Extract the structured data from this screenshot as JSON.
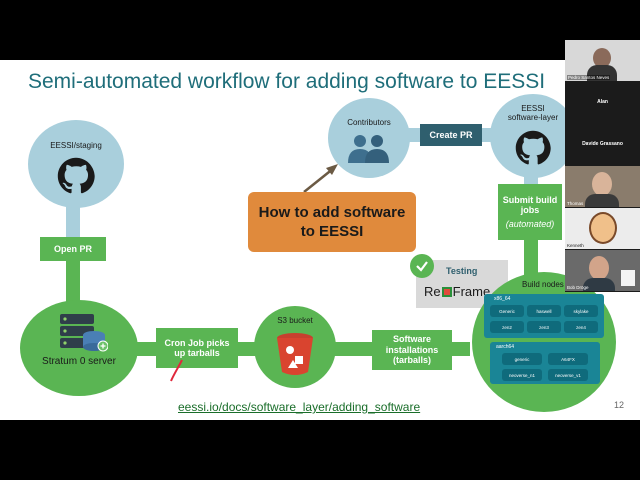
{
  "slide": {
    "title": "Semi-automated workflow for adding software to EESSI",
    "page_number": "12",
    "link": "eessi.io/docs/software_layer/adding_software"
  },
  "nodes": {
    "staging": "EESSI/staging",
    "contributors": "Contributors",
    "software_layer": "EESSI software-layer",
    "stratum0": "Stratum 0 server",
    "s3": "S3 bucket",
    "build_nodes": "Build nodes"
  },
  "labels": {
    "open_pr": "Open PR",
    "create_pr": "Create PR",
    "submit_jobs": "Submit build jobs",
    "submit_automated": "(automated)",
    "cron_job": "Cron Job picks up tarballs",
    "software_installations": "Software installations (tarballs)",
    "testing": "Testing",
    "reframe_a": "Re",
    "reframe_b": "Frame"
  },
  "callout": {
    "text": "How to add software to EESSI"
  },
  "build_nodes": {
    "x86_title": "x86_64",
    "x86_items": [
      "Generic",
      "haswell",
      "skylake",
      "zen2",
      "zen3",
      "zen4"
    ],
    "arm_title": "aarch64",
    "arm_items": [
      "generic",
      "A64FX",
      "neoverse_n1",
      "neoverse_v1"
    ]
  },
  "participants": [
    {
      "name": "Pedro Santos Neves"
    },
    {
      "name": "Alan"
    },
    {
      "name": "Davide Grassano"
    },
    {
      "name": "Thomas"
    },
    {
      "name": "Kenneth"
    },
    {
      "name": "Bob Dröge"
    }
  ],
  "colors": {
    "green": "#5ab553",
    "blue": "#a9cfdc",
    "teal": "#1f6e7a",
    "orange": "#e08a3c"
  }
}
